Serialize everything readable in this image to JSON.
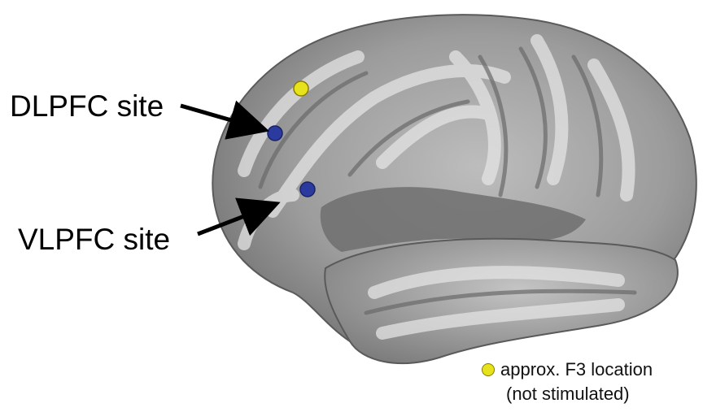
{
  "labels": {
    "dlpfc": "DLPFC site",
    "vlpfc": "VLPFC site"
  },
  "legend": {
    "line1": "approx. F3 location",
    "line2": "(not stimulated)",
    "swatch_color": "#e6e21c"
  },
  "colors": {
    "stimulation_site": "#2b3a9e",
    "f3_marker": "#e6e21c",
    "cortex": "#9a9a9a",
    "arrow": "#000000"
  },
  "icons": {
    "arrow": "arrow-icon"
  }
}
